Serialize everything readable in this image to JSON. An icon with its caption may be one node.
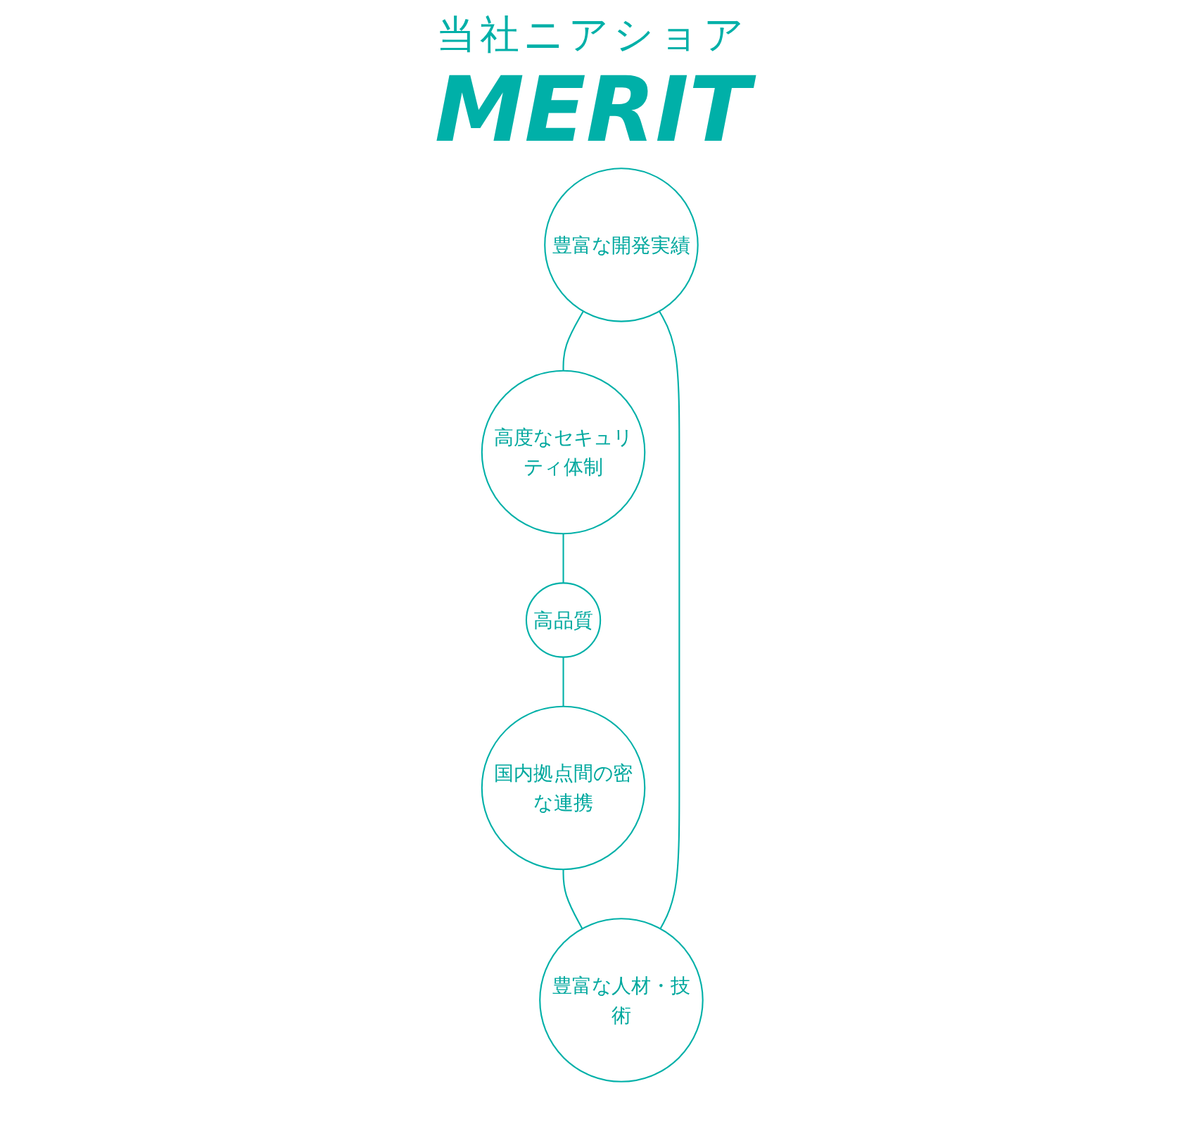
{
  "diagram": {
    "nodes": [
      {
        "text": [
          "豊富な開発実績"
        ]
      },
      {
        "text": [
          "豊富な人材・技術"
        ]
      },
      {
        "text": [
          "高度なセキュリティ体制"
        ]
      },
      {
        "text": [
          "国内拠点間の密な連携"
        ]
      },
      {
        "text": [
          "高品質"
        ]
      }
    ],
    "edges": [
      {
        "from": 0,
        "to": 2,
        "arrow": "none"
      },
      {
        "from": 2,
        "to": 4,
        "arrow": "none"
      },
      {
        "from": 4,
        "to": 3,
        "arrow": "none"
      },
      {
        "from": 3,
        "to": 1,
        "arrow": "none"
      },
      {
        "from": 1,
        "to": 0,
        "arrow": "none"
      }
    ],
    "labels": [
      "当社ニアショア",
      "MERIT"
    ]
  }
}
